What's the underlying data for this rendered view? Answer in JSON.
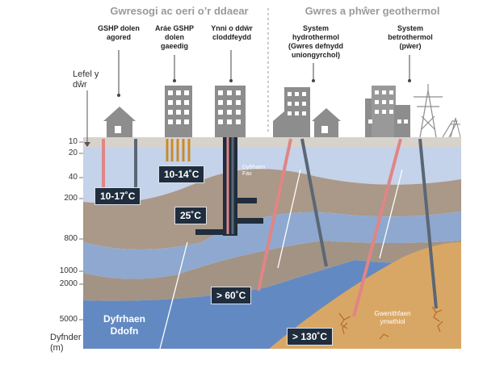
{
  "headings": {
    "left": "Gwresogi ac oeri o’r ddaear",
    "right": "Gwres a phŵer geothermol"
  },
  "systems": {
    "gshp_open": "GSHP dolen agored",
    "gshp_closed": "Aráe GSHP dolen gaeedig",
    "mine_water": "Ynni o ddŵr cloddfeydd",
    "hydrothermal": "System hydrothermol (Gwres defnydd uniongyrchol)",
    "petrothermal": "System betrothermol (pŵer)"
  },
  "water_level": "Lefel y dŵr",
  "depth_axis": {
    "title": "Dyfnder (m)",
    "ticks": [
      "10",
      "20",
      "40",
      "200",
      "800",
      "1000",
      "2000",
      "5000"
    ]
  },
  "temperatures": {
    "closed_loop": "10-14˚C",
    "open_loop": "10-17˚C",
    "mine": "25˚C",
    "hydrothermal": "> 60˚C",
    "petrothermal": "> 130˚C"
  },
  "layers": {
    "shallow_aquifer": "Dyfrhaen Fas",
    "deep_aquifer": "Dyfrhaen Ddofn",
    "granite": "Gwenithfaen ymwthiol"
  },
  "colors": {
    "heading": "#9a9a9a",
    "badge": "#1f2d3d",
    "hot_pipe": "#e08585",
    "cold_pipe": "#5a6775",
    "collector": "#c98a2c",
    "granite": "#d9a765",
    "deep_blue": "#5f86bf",
    "shallow_blue": "#b6c6e3",
    "brown_stratum": "#a89786",
    "building": "#8d8d8d"
  }
}
